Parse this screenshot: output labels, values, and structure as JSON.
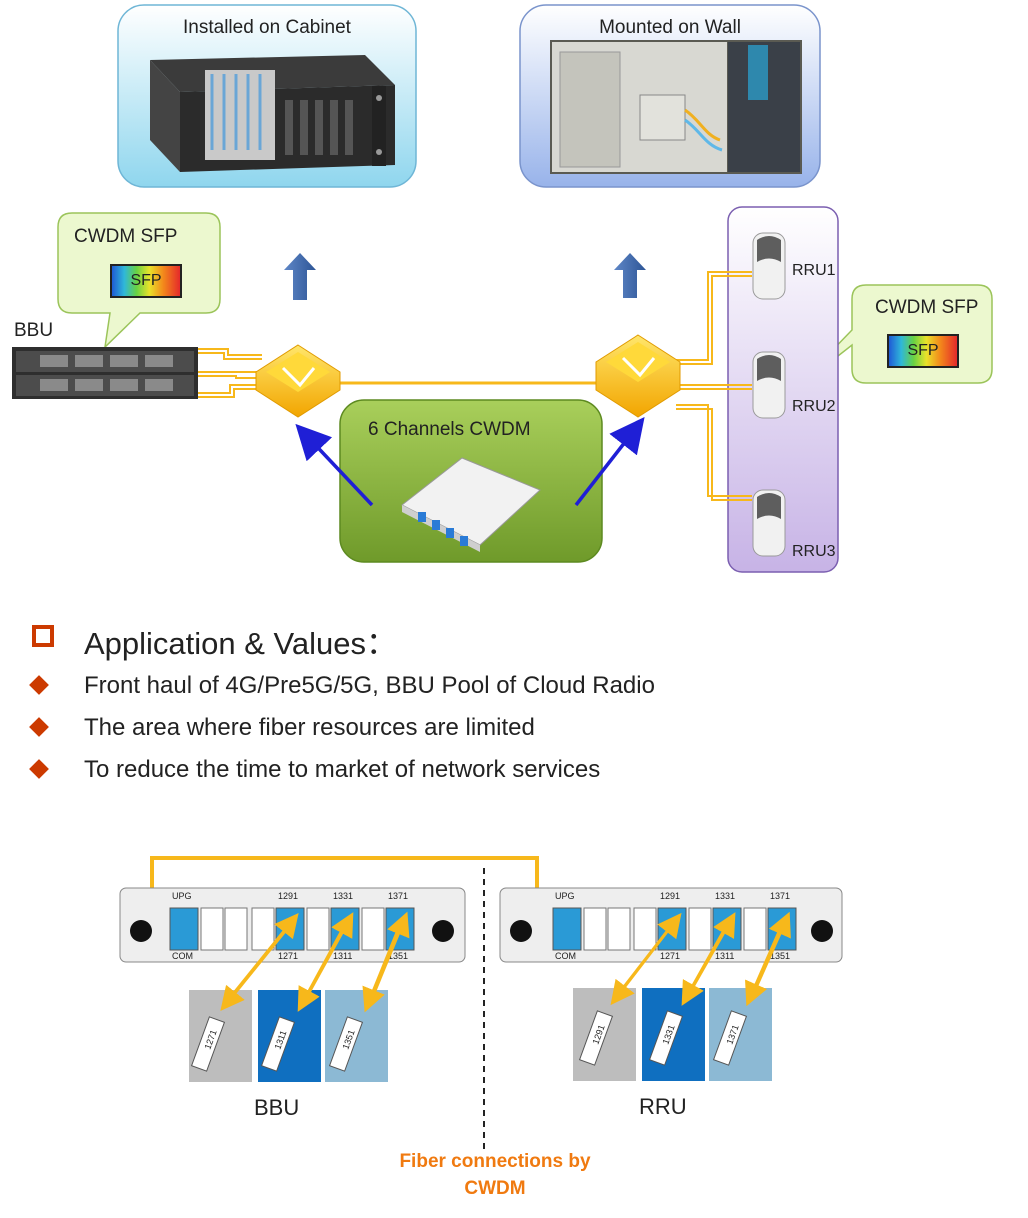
{
  "top_cards": {
    "cabinet": {
      "title": "Installed on Cabinet",
      "fill": "#c9ecf8"
    },
    "wall": {
      "title": "Mounted on Wall",
      "fill": "#c8d8f4"
    }
  },
  "callouts": {
    "left": {
      "title": "CWDM SFP",
      "badge": "SFP"
    },
    "right": {
      "title": "CWDM SFP",
      "badge": "SFP"
    }
  },
  "labels": {
    "bbu": "BBU",
    "rru1": "RRU1",
    "rru2": "RRU2",
    "rru3": "RRU3",
    "cwdm_box": "6 Channels CWDM"
  },
  "application": {
    "title": "Application & Values：",
    "bullets": [
      "Front haul of  4G/Pre5G/5G, BBU Pool of Cloud Radio",
      "The area where fiber resources are limited",
      "To reduce the time to market of network services"
    ]
  },
  "panels": {
    "left": {
      "top_labels": [
        "UPG",
        "1291",
        "1331",
        "1371"
      ],
      "bottom_labels": [
        "COM",
        "1271",
        "1311",
        "1351"
      ],
      "modules": [
        "1271",
        "1311",
        "1351"
      ],
      "group_label": "BBU"
    },
    "right": {
      "top_labels": [
        "UPG",
        "1291",
        "1331",
        "1371"
      ],
      "bottom_labels": [
        "COM",
        "1271",
        "1311",
        "1351"
      ],
      "modules": [
        "1291",
        "1331",
        "1371"
      ],
      "group_label": "RRU"
    },
    "caption_line1": "Fiber connections by",
    "caption_line2": "CWDM"
  },
  "colors": {
    "fiber": "#f7b81b",
    "arrow_blue": "#1f1fd6",
    "up_arrow": "#3b6bb5",
    "green_callout": "#e8f7c6",
    "rru_panel": "#ddd0f0",
    "cwdm_box": "#86b33a",
    "accent": "#cc3a00",
    "caption": "#f07a10"
  }
}
